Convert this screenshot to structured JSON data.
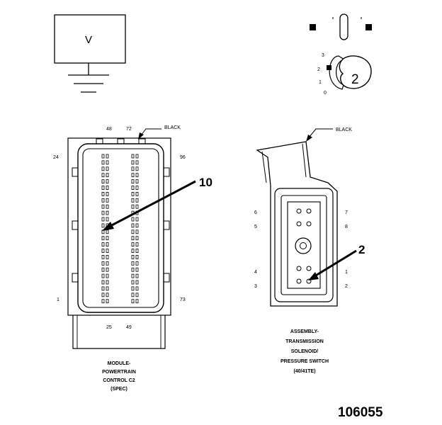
{
  "voltmeter": {
    "label": "V"
  },
  "test_light": {
    "callout": "2",
    "positions": [
      "3",
      "2",
      "1",
      "0"
    ]
  },
  "pcm_connector": {
    "color_label": "BLACK",
    "pins": {
      "top_left": "48",
      "top_right": "72",
      "left_top": "24",
      "right_top": "96",
      "left_bottom": "1",
      "right_bottom": "73",
      "bottom_left": "25",
      "bottom_right": "49"
    },
    "callout": "10",
    "caption": [
      "MODULE-",
      "POWERTRAIN",
      "CONTROL C2",
      "(SPEC)"
    ]
  },
  "solenoid_connector": {
    "color_label": "BLACK",
    "pins": {
      "left_1": "6",
      "left_2": "5",
      "left_3": "4",
      "left_4": "3",
      "right_1": "7",
      "right_2": "8",
      "right_3": "1",
      "right_4": "2"
    },
    "callout": "2",
    "caption": [
      "ASSEMBLY-",
      "TRANSMISSION",
      "SOLENOID/",
      "PRESSURE SWITCH",
      "(40/41TE)"
    ]
  },
  "figure_id": "106055"
}
